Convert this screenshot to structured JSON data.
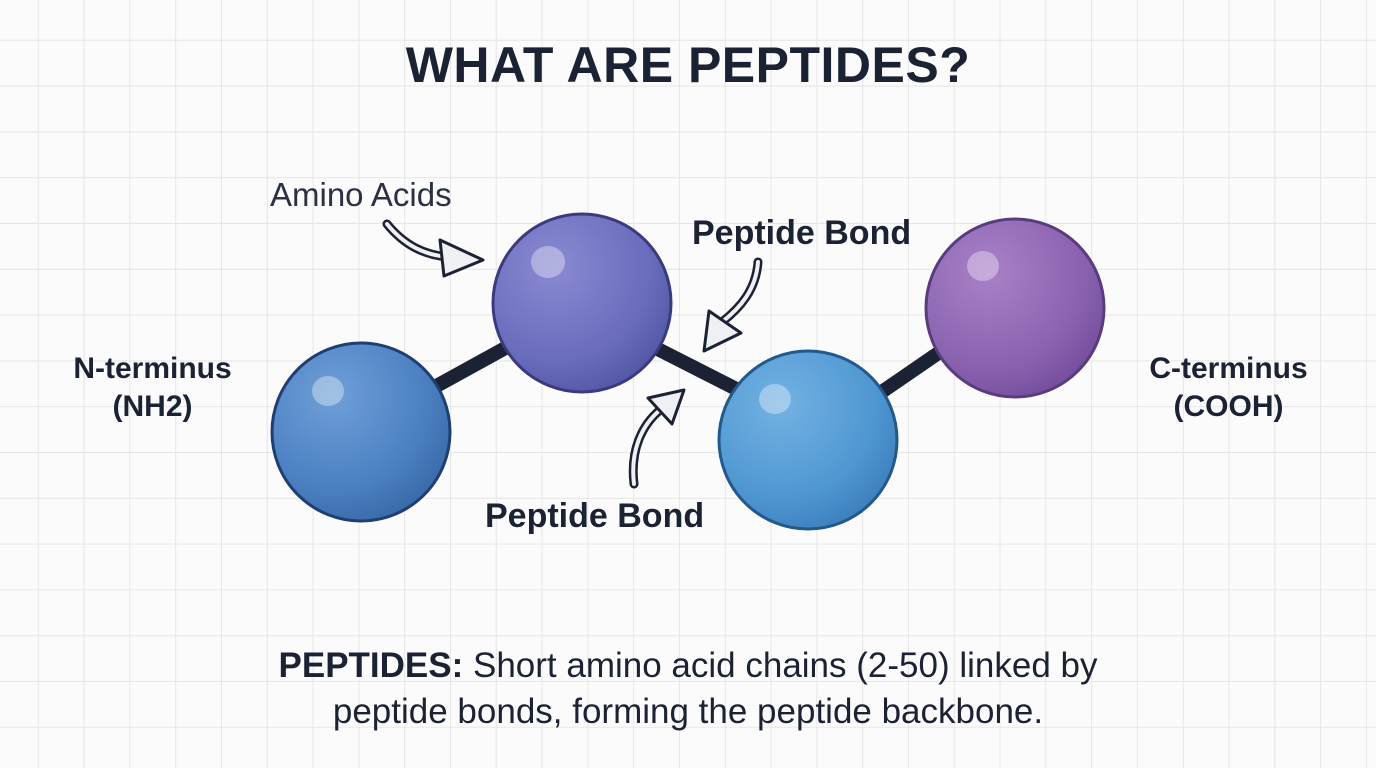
{
  "title": "WHAT ARE PEPTIDES?",
  "labels": {
    "amino_acids": "Amino Acids",
    "peptide_bond_top": "Peptide Bond",
    "peptide_bond_bottom": "Peptide Bond",
    "n_terminus_line1": "N-terminus",
    "n_terminus_line2": "(NH2)",
    "c_terminus_line1": "C-terminus",
    "c_terminus_line2": "(COOH)"
  },
  "caption": {
    "lead": "PEPTIDES:",
    "line1_rest": " Short amino acid chains (2-50) linked by",
    "line2": "peptide bonds, forming the peptide backbone."
  },
  "colors": {
    "sphere_1": "#4a7fc1",
    "sphere_2": "#6a6cbc",
    "sphere_3": "#4f97d2",
    "sphere_4": "#8a63b0",
    "bond": "#1b2233",
    "text": "#1b2233"
  }
}
